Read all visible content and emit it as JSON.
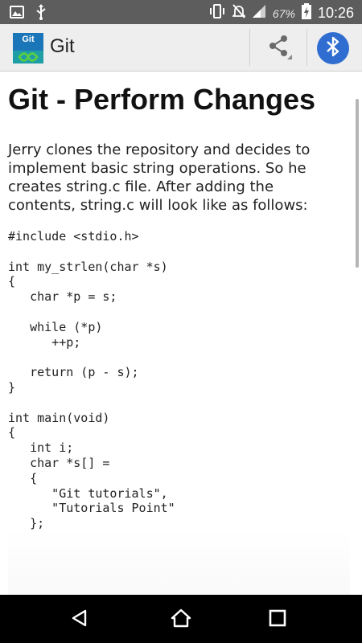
{
  "status_bar": {
    "battery_percent": "67%",
    "time": "10:26",
    "icons": [
      "image-icon",
      "usb-icon",
      "vibrate-icon",
      "mute-icon",
      "signal-icon",
      "battery-charging-icon"
    ]
  },
  "app_bar": {
    "logo_text": "Git",
    "title": "Git",
    "actions": [
      "share-icon",
      "bluetooth-icon"
    ],
    "colors": {
      "bar": "#eeeeee",
      "bluetooth": "#2f6ed0",
      "logo": "#1a76b8"
    }
  },
  "content": {
    "heading": "Git - Perform Changes",
    "intro": "Jerry clones the repository and decides to implement basic string operations. So he creates string.c file. After adding the contents, string.c will look like as follows:",
    "code_lines": [
      "#include <stdio.h>",
      "",
      "int my_strlen(char *s)",
      "{",
      "   char *p = s;",
      "",
      "   while (*p)",
      "      ++p;",
      "",
      "   return (p - s);",
      "}",
      "",
      "int main(void)",
      "{",
      "   int i;",
      "   char *s[] =",
      "   {",
      "      \"Git tutorials\",",
      "      \"Tutorials Point\"",
      "   };"
    ]
  },
  "nav_bar": {
    "buttons": [
      "back-icon",
      "home-icon",
      "recents-icon"
    ]
  }
}
